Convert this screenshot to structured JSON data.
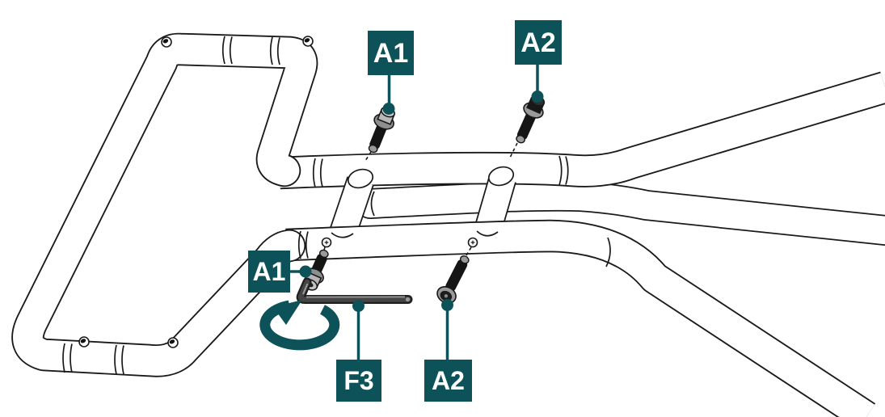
{
  "callouts": {
    "a1_top": "A1",
    "a2_top": "A2",
    "a1_side": "A1",
    "f3": "F3",
    "a2_bottom": "A2"
  },
  "colors": {
    "accent": "#0d5258",
    "outline": "#1a1a1a",
    "background": "#ffffff",
    "bolt_dark": "#151515",
    "metal_gray": "#9a9a9a"
  }
}
